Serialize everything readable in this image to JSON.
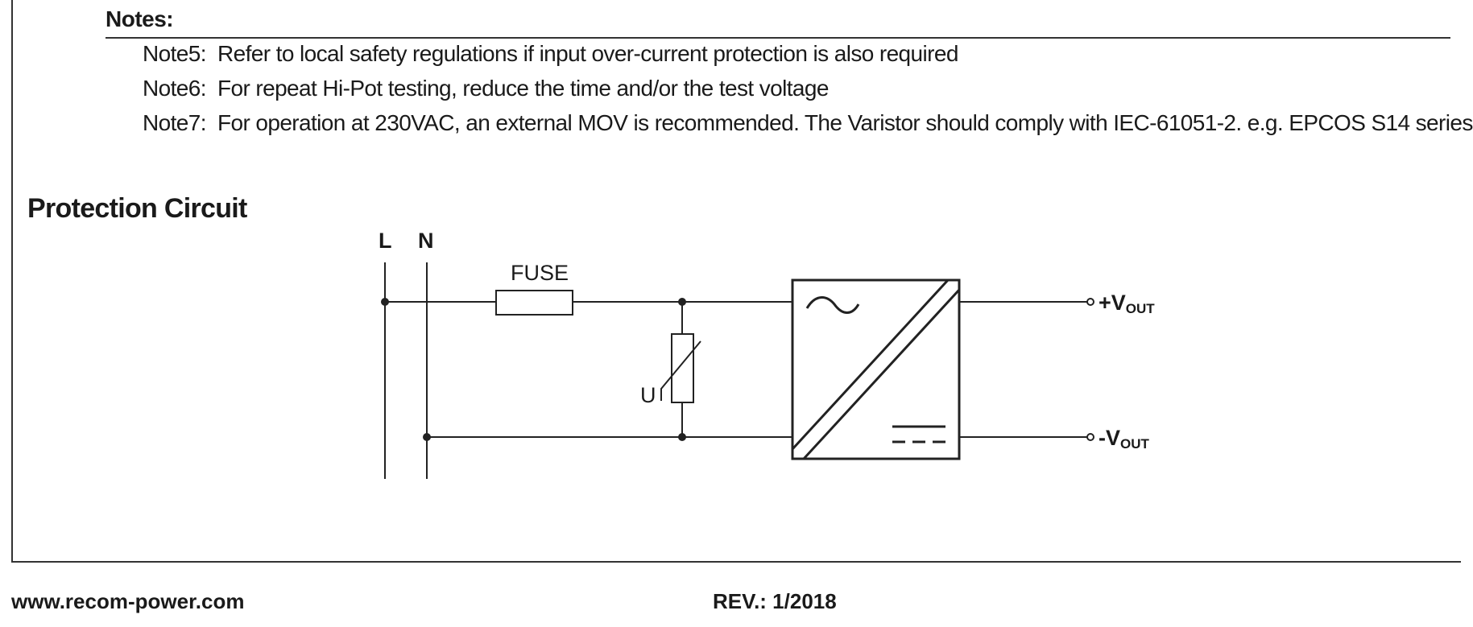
{
  "notes": {
    "title": "Notes:",
    "items": [
      {
        "label": "Note5:",
        "text": "Refer to local safety regulations if input over-current protection is also required"
      },
      {
        "label": "Note6:",
        "text": "For repeat Hi-Pot testing, reduce the time and/or the test voltage"
      },
      {
        "label": "Note7:",
        "text": "For operation at 230VAC, an external MOV is recommended. The Varistor should comply with IEC-61051-2.   e.g. EPCOS S14 series"
      }
    ]
  },
  "section": {
    "title": "Protection Circuit"
  },
  "circuit": {
    "line_label": "L",
    "neutral_label": "N",
    "fuse_label": "FUSE",
    "varistor_label": "U",
    "vout_pos_prefix": "+V",
    "vout_pos_sub": "OUT",
    "vout_neg_prefix": "-V",
    "vout_neg_sub": "OUT"
  },
  "footer": {
    "website": "www.recom-power.com",
    "revision": "REV.:  1/2018"
  }
}
